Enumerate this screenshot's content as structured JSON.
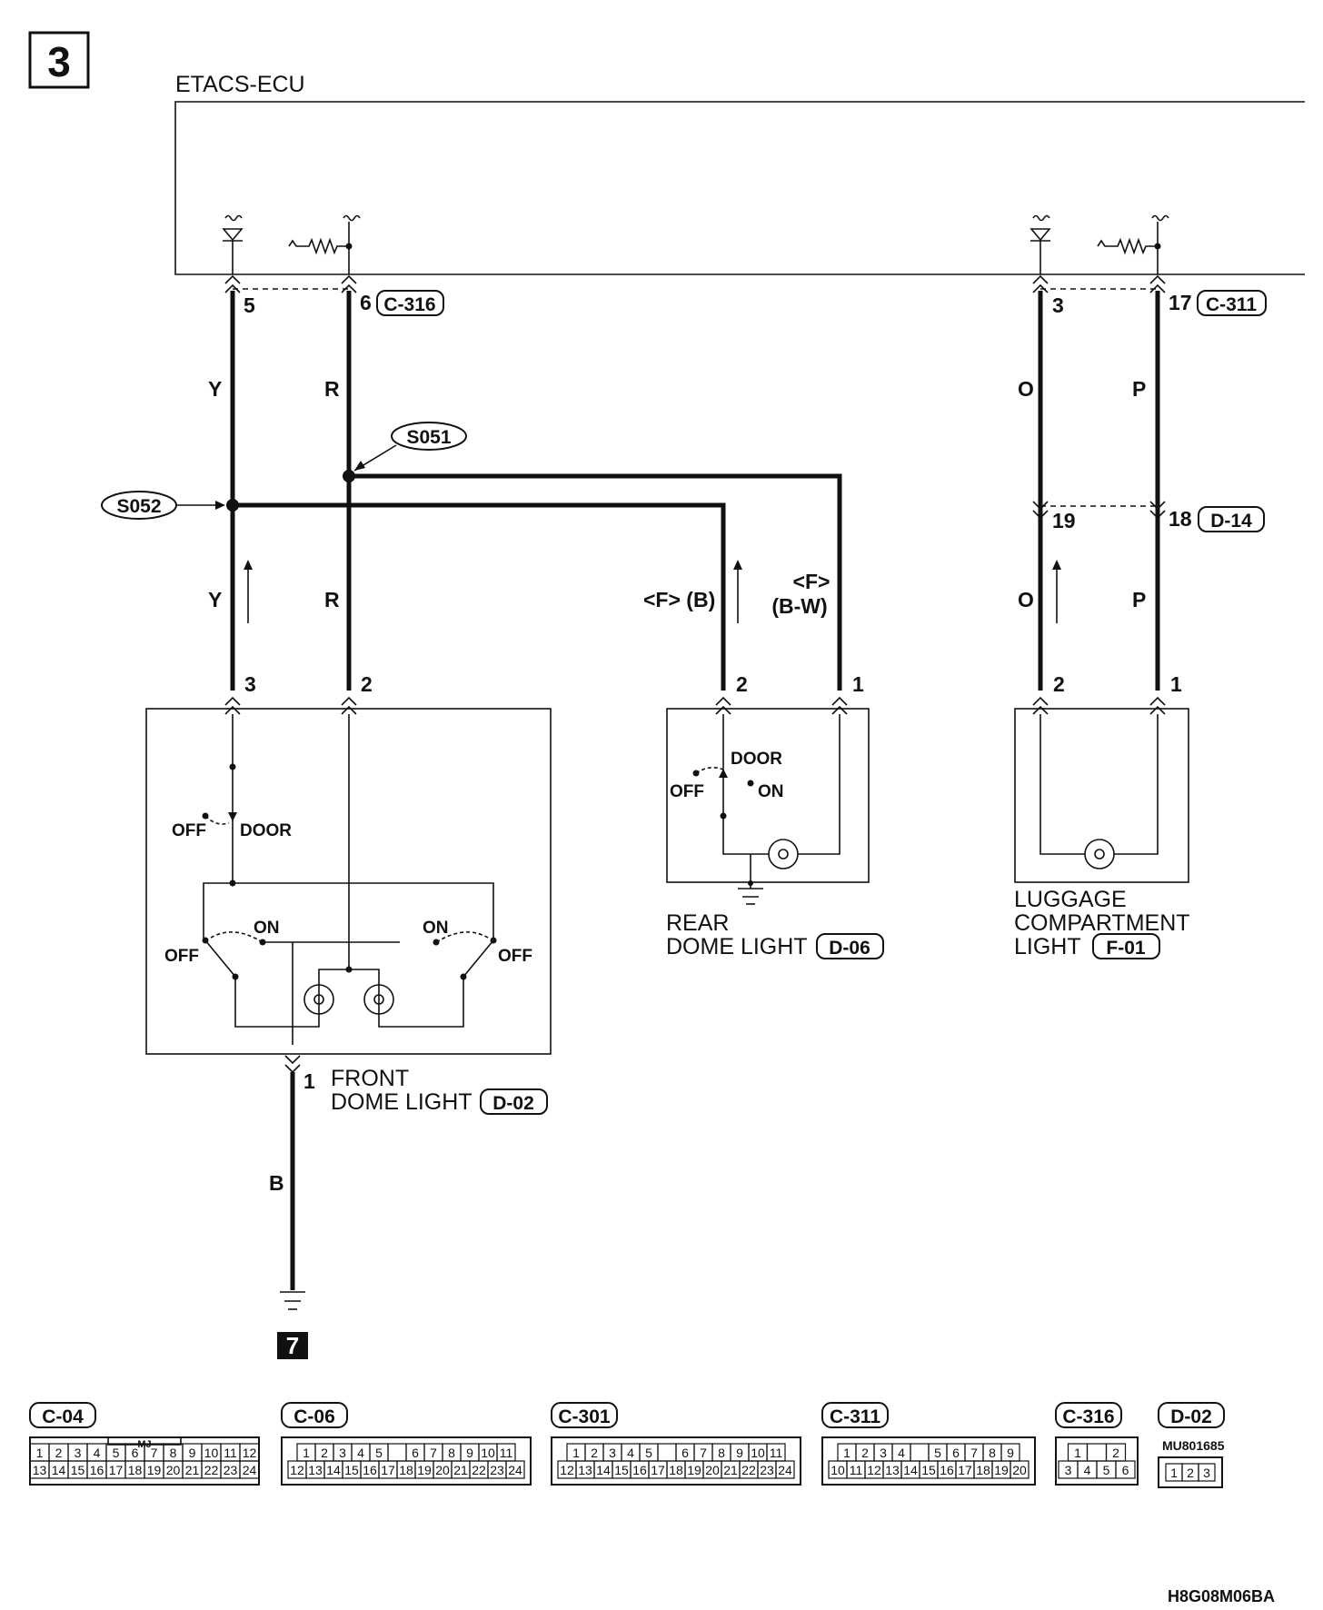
{
  "page_number": "3",
  "ecu_title": "ETACS-ECU",
  "footer_code": "H8G08M06BA",
  "ground_ref": "7",
  "ecu_pins": {
    "front_left": "5",
    "front_right": "6",
    "front_connector": "C-316",
    "rear_left": "3",
    "rear_right": "17",
    "rear_connector": "C-311"
  },
  "splices": {
    "s051": "S051",
    "s052": "S052"
  },
  "wire_colors": {
    "y_upper": "Y",
    "r_upper": "R",
    "y_lower": "Y",
    "r_lower": "R",
    "o_upper": "O",
    "p_upper": "P",
    "o_lower": "O",
    "p_lower": "P",
    "ground_wire": "B",
    "rear_b": "<F> (B)",
    "rear_bw_top": "<F>",
    "rear_bw_bottom": "(B-W)"
  },
  "relay_connector": {
    "pin_left": "19",
    "pin_right": "18",
    "name": "D-14"
  },
  "front_dome_light": {
    "pins": [
      "3",
      "2"
    ],
    "ground_pin": "1",
    "line1": "FRONT",
    "line2": "DOME LIGHT",
    "connector": "D-02",
    "sw_off": "OFF",
    "sw_door": "DOOR",
    "left_off": "OFF",
    "left_on": "ON",
    "right_on": "ON",
    "right_off": "OFF"
  },
  "rear_dome_light": {
    "pins": [
      "2",
      "1"
    ],
    "line1": "REAR",
    "line2": "DOME LIGHT",
    "connector": "D-06",
    "sw_door": "DOOR",
    "sw_off": "OFF",
    "sw_on": "ON"
  },
  "luggage_light": {
    "pins": [
      "2",
      "1"
    ],
    "line1": "LUGGAGE",
    "line2": "COMPARTMENT",
    "line3": "LIGHT",
    "connector": "F-01"
  },
  "connector_legend": [
    {
      "name": "C-04",
      "tab": "MJ",
      "rows": [
        [
          "1",
          "2",
          "3",
          "4",
          "5",
          "6",
          "7",
          "8",
          "9",
          "10",
          "11",
          "12"
        ],
        [
          "13",
          "14",
          "15",
          "16",
          "17",
          "18",
          "19",
          "20",
          "21",
          "22",
          "23",
          "24"
        ]
      ]
    },
    {
      "name": "C-06",
      "rows": [
        [
          "1",
          "2",
          "3",
          "4",
          "5",
          "",
          "6",
          "7",
          "8",
          "9",
          "10",
          "11"
        ],
        [
          "12",
          "13",
          "14",
          "15",
          "16",
          "17",
          "18",
          "19",
          "20",
          "21",
          "22",
          "23",
          "24"
        ]
      ]
    },
    {
      "name": "C-301",
      "rows": [
        [
          "1",
          "2",
          "3",
          "4",
          "5",
          "",
          "6",
          "7",
          "8",
          "9",
          "10",
          "11"
        ],
        [
          "12",
          "13",
          "14",
          "15",
          "16",
          "17",
          "18",
          "19",
          "20",
          "21",
          "22",
          "23",
          "24"
        ]
      ]
    },
    {
      "name": "C-311",
      "rows": [
        [
          "1",
          "2",
          "3",
          "4",
          "",
          "5",
          "6",
          "7",
          "8",
          "9"
        ],
        [
          "10",
          "11",
          "12",
          "13",
          "14",
          "15",
          "16",
          "17",
          "18",
          "19",
          "20"
        ]
      ]
    },
    {
      "name": "C-316",
      "rows": [
        [
          "1",
          "",
          "2"
        ],
        [
          "3",
          "4",
          "5",
          "6"
        ]
      ]
    },
    {
      "name": "D-02",
      "part": "MU801685",
      "rows": [
        [
          "1",
          "2",
          "3"
        ]
      ]
    }
  ]
}
